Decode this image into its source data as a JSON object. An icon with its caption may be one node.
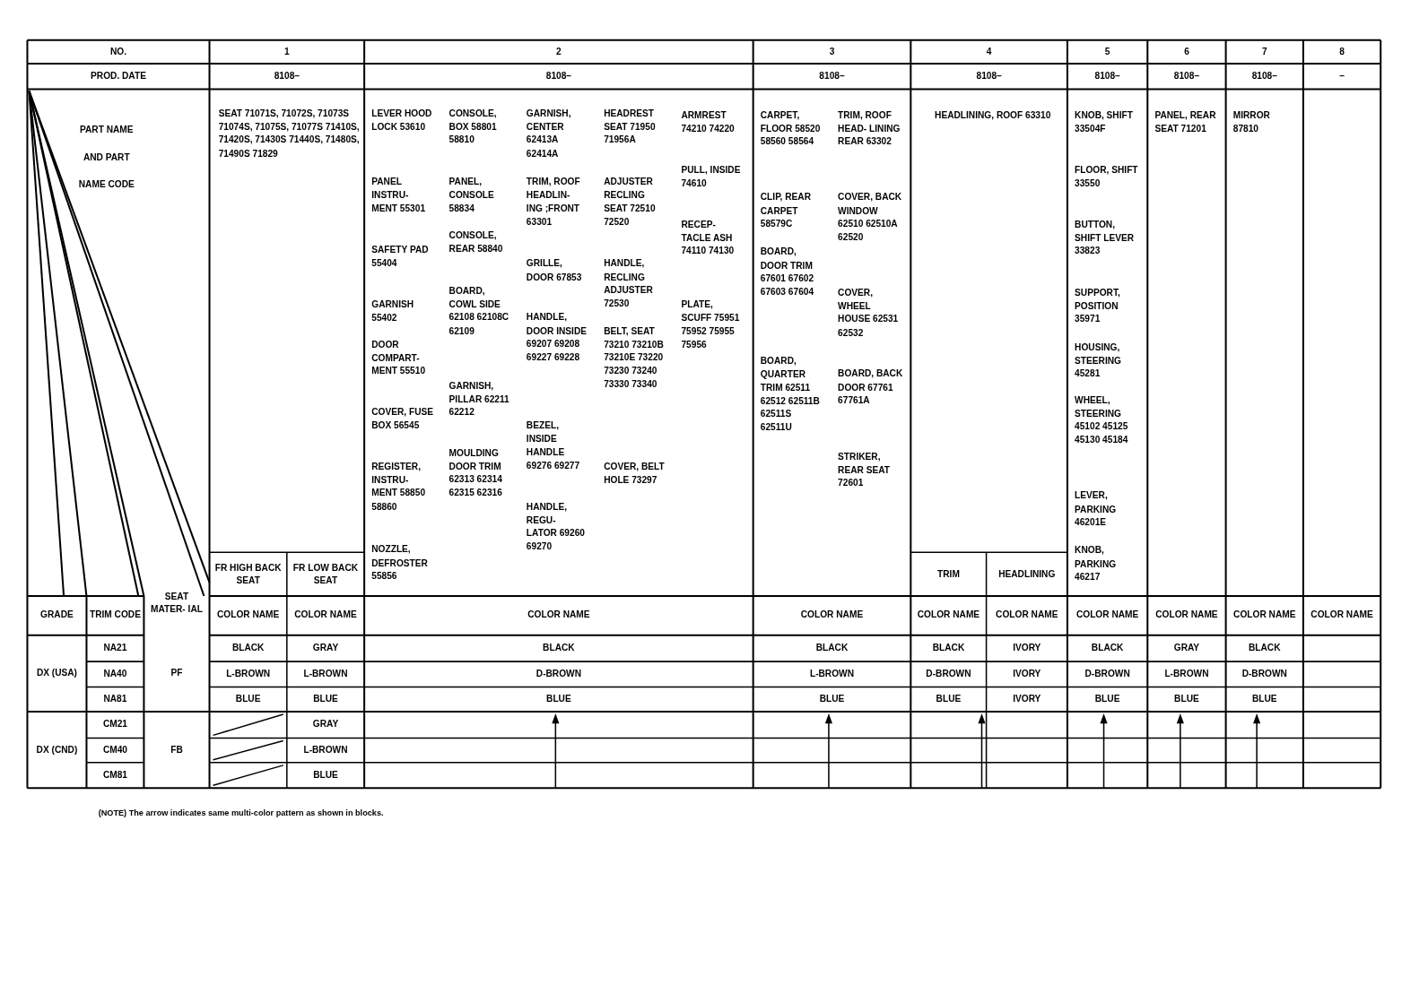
{
  "diagram": {
    "labels": [
      "NO.",
      "1",
      "2",
      "3",
      "4",
      "5",
      "6",
      "7",
      "8",
      "PROD. DATE",
      "8108–",
      "8108–",
      "8108–",
      "8108–",
      "8108–",
      "8108–",
      "8108–",
      "–",
      "PART NAME AND PART NAME CODE",
      "SEAT 71071S, 71072S, 71073S 71074S, 71075S, 71077S 71410S, 71420S, 71430S 71440S, 71480S, 71490S 71829",
      "LEVER HOOD LOCK 53610",
      "PANEL INSTRU- MENT 55301",
      "SAFETY PAD 55404",
      "GARNISH 55402",
      "DOOR COMPART- MENT 55510",
      "COVER, FUSE BOX 56545",
      "REGISTER, INSTRU- MENT 58850 58860",
      "NOZZLE, DEFROSTER 55856",
      "CONSOLE, BOX 58801 58810",
      "PANEL, CONSOLE 58834",
      "CONSOLE, REAR 58840",
      "BOARD, COWL SIDE 62108 62108C 62109",
      "GARNISH, PILLAR 62211 62212",
      "MOULDING DOOR TRIM 62313 62314 62315 62316",
      "GARNISH, CENTER 62413A 62414A",
      "TRIM, ROOF HEADLIN- ING ;FRONT 63301",
      "GRILLE, DOOR 67853",
      "HANDLE, DOOR INSIDE 69207 69208 69227 69228",
      "BEZEL, INSIDE HANDLE 69276 69277",
      "HANDLE, REGU- LATOR 69260 69270",
      "HEADREST SEAT 71950 71956A",
      "ADJUSTER RECLING SEAT 72510 72520",
      "HANDLE, RECLING ADJUSTER 72530",
      "BELT, SEAT 73210 73210B 73210E 73220 73230 73240 73330 73340",
      "COVER, BELT HOLE 73297",
      "ARMREST 74210 74220",
      "PULL, INSIDE 74610",
      "RECEP- TACLE ASH 74110 74130",
      "PLATE, SCUFF 75951 75952 75955 75956",
      "CARPET, FLOOR 58520 58560 58564",
      "CLIP, REAR CARPET 58579C",
      "BOARD, DOOR TRIM 67601 67602 67603 67604",
      "BOARD, QUARTER TRIM 62511 62512 62511B 62511S 62511U",
      "TRIM, ROOF HEAD- LINING REAR 63302",
      "COVER, BACK WINDOW 62510 62510A 62520",
      "COVER, WHEEL HOUSE 62531 62532",
      "BOARD, BACK DOOR 67761 67761A",
      "STRIKER, REAR SEAT 72601",
      "HEADLINING, ROOF 63310",
      "KNOB, SHIFT 33504F",
      "FLOOR, SHIFT 33550",
      "BUTTON, SHIFT LEVER 33823",
      "SUPPORT, POSITION 35971",
      "HOUSING, STEERING 45281",
      "WHEEL, STEERING 45102 45125 45130 45184",
      "LEVER, PARKING 46201E",
      "KNOB, PARKING 46217",
      "PANEL, REAR SEAT 71201",
      "MIRROR 87810",
      "FR HIGH BACK SEAT",
      "FR LOW BACK SEAT",
      "TRIM",
      "HEADLINING",
      "GRADE",
      "TRIM CODE",
      "SEAT MATER- IAL",
      "COLOR NAME",
      "COLOR NAME",
      "COLOR NAME",
      "COLOR NAME",
      "COLOR NAME",
      "COLOR NAME",
      "COLOR NAME",
      "COLOR NAME",
      "COLOR NAME",
      "COLOR NAME",
      "DX (USA)",
      "NA21",
      "PF",
      "BLACK",
      "GRAY",
      "BLACK",
      "BLACK",
      "BLACK",
      "IVORY",
      "BLACK",
      "GRAY",
      "BLACK",
      "NA40",
      "L-BROWN",
      "L-BROWN",
      "D-BROWN",
      "L-BROWN",
      "D-BROWN",
      "IVORY",
      "D-BROWN",
      "L-BROWN",
      "D-BROWN",
      "NA81",
      "BLUE",
      "BLUE",
      "BLUE",
      "BLUE",
      "BLUE",
      "IVORY",
      "BLUE",
      "BLUE",
      "BLUE",
      "DX (CND)",
      "CM21",
      "FB",
      "GRAY",
      "CM40",
      "L-BROWN",
      "CM81",
      "BLUE",
      "(NOTE) The arrow indicates same multi-color pattern as shown in blocks."
    ]
  }
}
